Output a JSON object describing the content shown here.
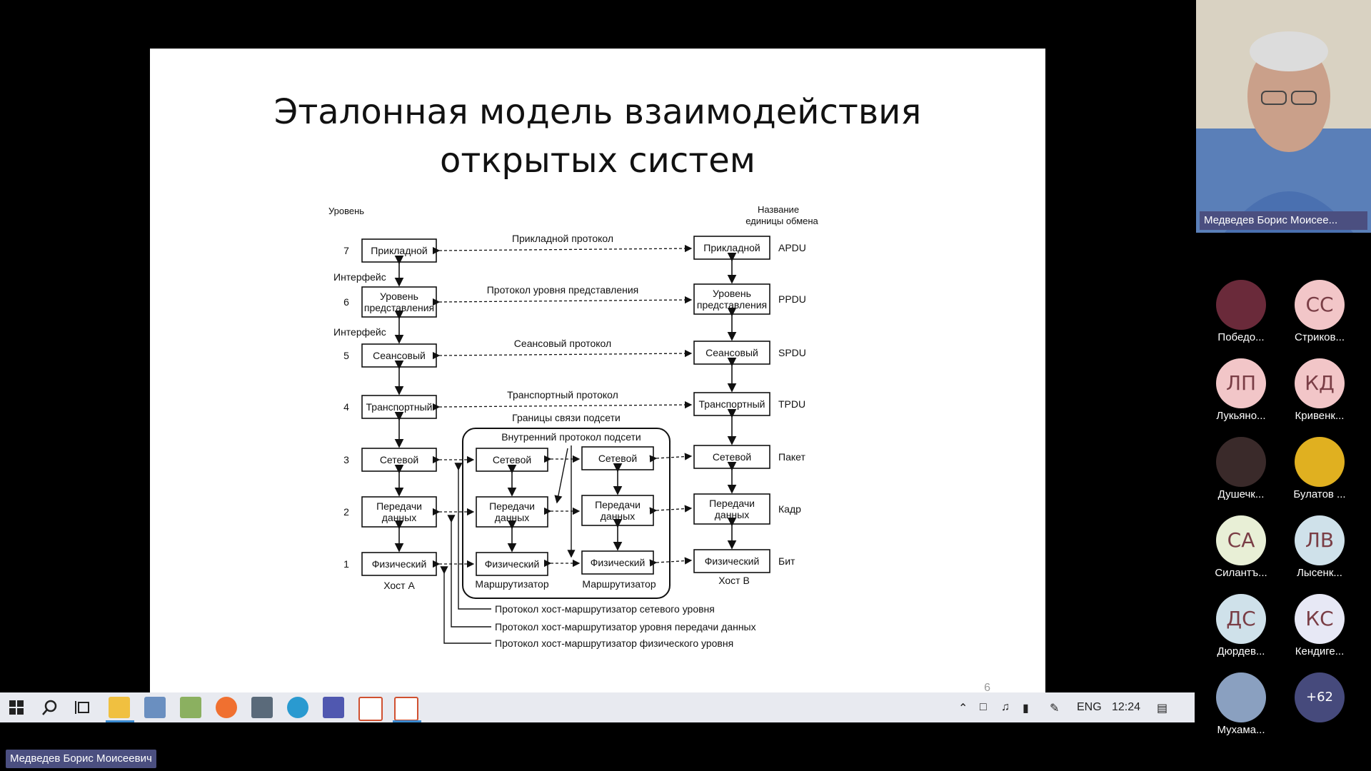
{
  "slide": {
    "title_line1": "Эталонная модель взаимодействия",
    "title_line2": "открытых систем",
    "page_number": "6"
  },
  "diagram": {
    "level_header": "Уровень",
    "unit_header_line1": "Название",
    "unit_header_line2": "единицы обмена",
    "interface_label": "Интерфейс",
    "levels": [
      {
        "num": "7",
        "left": "Прикладной",
        "right": "Прикладной",
        "protocol": "Прикладной протокол",
        "unit": "APDU"
      },
      {
        "num": "6",
        "left": "Уровень|представления",
        "right": "Уровень|представления",
        "protocol": "Протокол уровня представления",
        "unit": "PPDU"
      },
      {
        "num": "5",
        "left": "Сеансовый",
        "right": "Сеансовый",
        "protocol": "Сеансовый протокол",
        "unit": "SPDU"
      },
      {
        "num": "4",
        "left": "Транспортный",
        "right": "Транспортный",
        "protocol": "Транспортный протокол",
        "unit": "TPDU"
      },
      {
        "num": "3",
        "left": "Сетевой",
        "right": "Сетевой",
        "protocol": "",
        "unit": "Пакет"
      },
      {
        "num": "2",
        "left": "Передачи|данных",
        "right": "Передачи|данных",
        "protocol": "",
        "unit": "Кадр"
      },
      {
        "num": "1",
        "left": "Физический",
        "right": "Физический",
        "protocol": "",
        "unit": "Бит"
      }
    ],
    "subnet_boundary": "Границы связи подсети",
    "subnet_protocol": "Внутренний протокол подсети",
    "router_boxes": [
      "Сетевой",
      "Передачи|данных",
      "Физический"
    ],
    "router_label": "Маршрутизатор",
    "host_a": "Хост А",
    "host_b": "Хост В",
    "bottom_protocols": [
      "Протокол хост-маршрутизатор сетевого уровня",
      "Протокол хост-маршрутизатор  уровня передачи данных",
      "Протокол хост-маршрутизатор физического уровня"
    ]
  },
  "video": {
    "name": "Медведев Борис Моисее..."
  },
  "participants": [
    {
      "initials": "",
      "name": "Победо...",
      "color": "#6a2a3a"
    },
    {
      "initials": "СС",
      "name": "Стриков...",
      "color": "#f2c6c8"
    },
    {
      "initials": "ЛП",
      "name": "Лукьяно...",
      "color": "#f2c6c8"
    },
    {
      "initials": "КД",
      "name": "Кривенк...",
      "color": "#f2c6c8"
    },
    {
      "initials": "",
      "name": "Душечк...",
      "color": "#3a2a2a"
    },
    {
      "initials": "",
      "name": "Булатов ...",
      "color": "#e0b020"
    },
    {
      "initials": "СА",
      "name": "Силантъ...",
      "color": "#e8efd6"
    },
    {
      "initials": "ЛВ",
      "name": "Лысенк...",
      "color": "#cfe1ea"
    },
    {
      "initials": "ДС",
      "name": "Дюрдев...",
      "color": "#cfe1ea"
    },
    {
      "initials": "КС",
      "name": "Кендиге...",
      "color": "#e7e8f5"
    },
    {
      "initials": "",
      "name": "Мухама...",
      "color": "#8aa0c0"
    },
    {
      "initials": "+62",
      "name": "",
      "color": "#464a7c"
    }
  ],
  "taskbar": {
    "language": "ENG",
    "time": "12:24",
    "icons": [
      "windows-start-icon",
      "search-icon",
      "task-view-icon",
      "file-explorer-icon",
      "app-icon",
      "app-icon-2",
      "firefox-icon",
      "calculator-icon",
      "edge-icon",
      "teams-icon",
      "pdf-icon",
      "pdf-icon-2"
    ]
  },
  "presenter_label": "Медведев Борис Моисеевич"
}
